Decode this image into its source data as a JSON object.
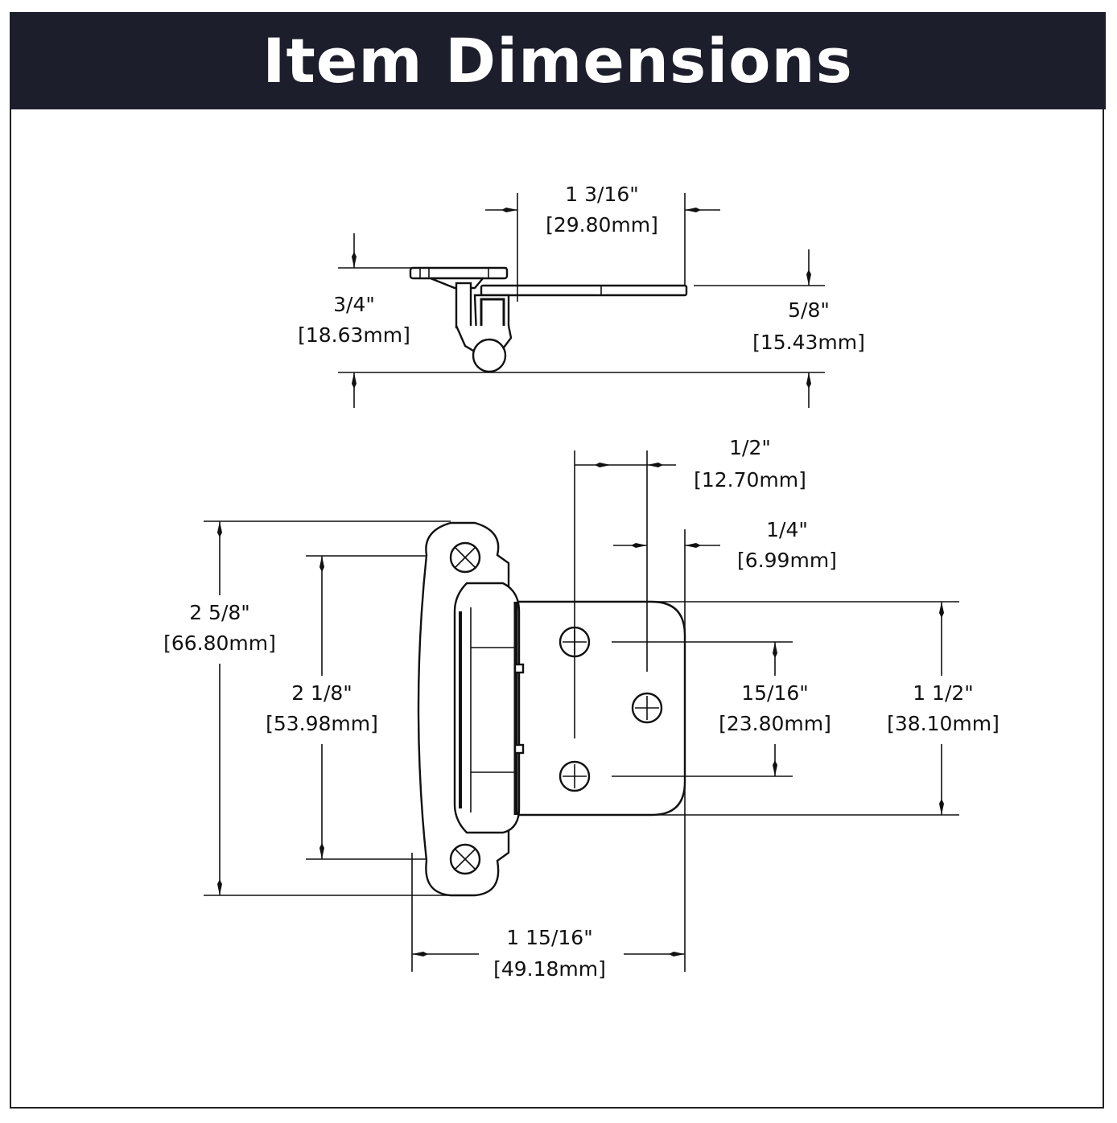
{
  "header": {
    "title": "Item Dimensions"
  },
  "top_view": {
    "width_leaf": {
      "in": "1 3/16\"",
      "mm": "[29.80mm]"
    },
    "overall_height": {
      "in": "3/4\"",
      "mm": "[18.63mm]"
    },
    "leaf_height": {
      "in": "5/8\"",
      "mm": "[15.43mm]"
    }
  },
  "front_view": {
    "hole_spacing_h": {
      "in": "1/2\"",
      "mm": "[12.70mm]"
    },
    "hole_edge": {
      "in": "1/4\"",
      "mm": "[6.99mm]"
    },
    "plate_height": {
      "in": "2 5/8\"",
      "mm": "[66.80mm]"
    },
    "plate_hole_spacing": {
      "in": "2 1/8\"",
      "mm": "[53.98mm]"
    },
    "hole_spacing_v": {
      "in": "15/16\"",
      "mm": "[23.80mm]"
    },
    "leaf_height": {
      "in": "1 1/2\"",
      "mm": "[38.10mm]"
    },
    "overall_width": {
      "in": "1 15/16\"",
      "mm": "[49.18mm]"
    }
  }
}
